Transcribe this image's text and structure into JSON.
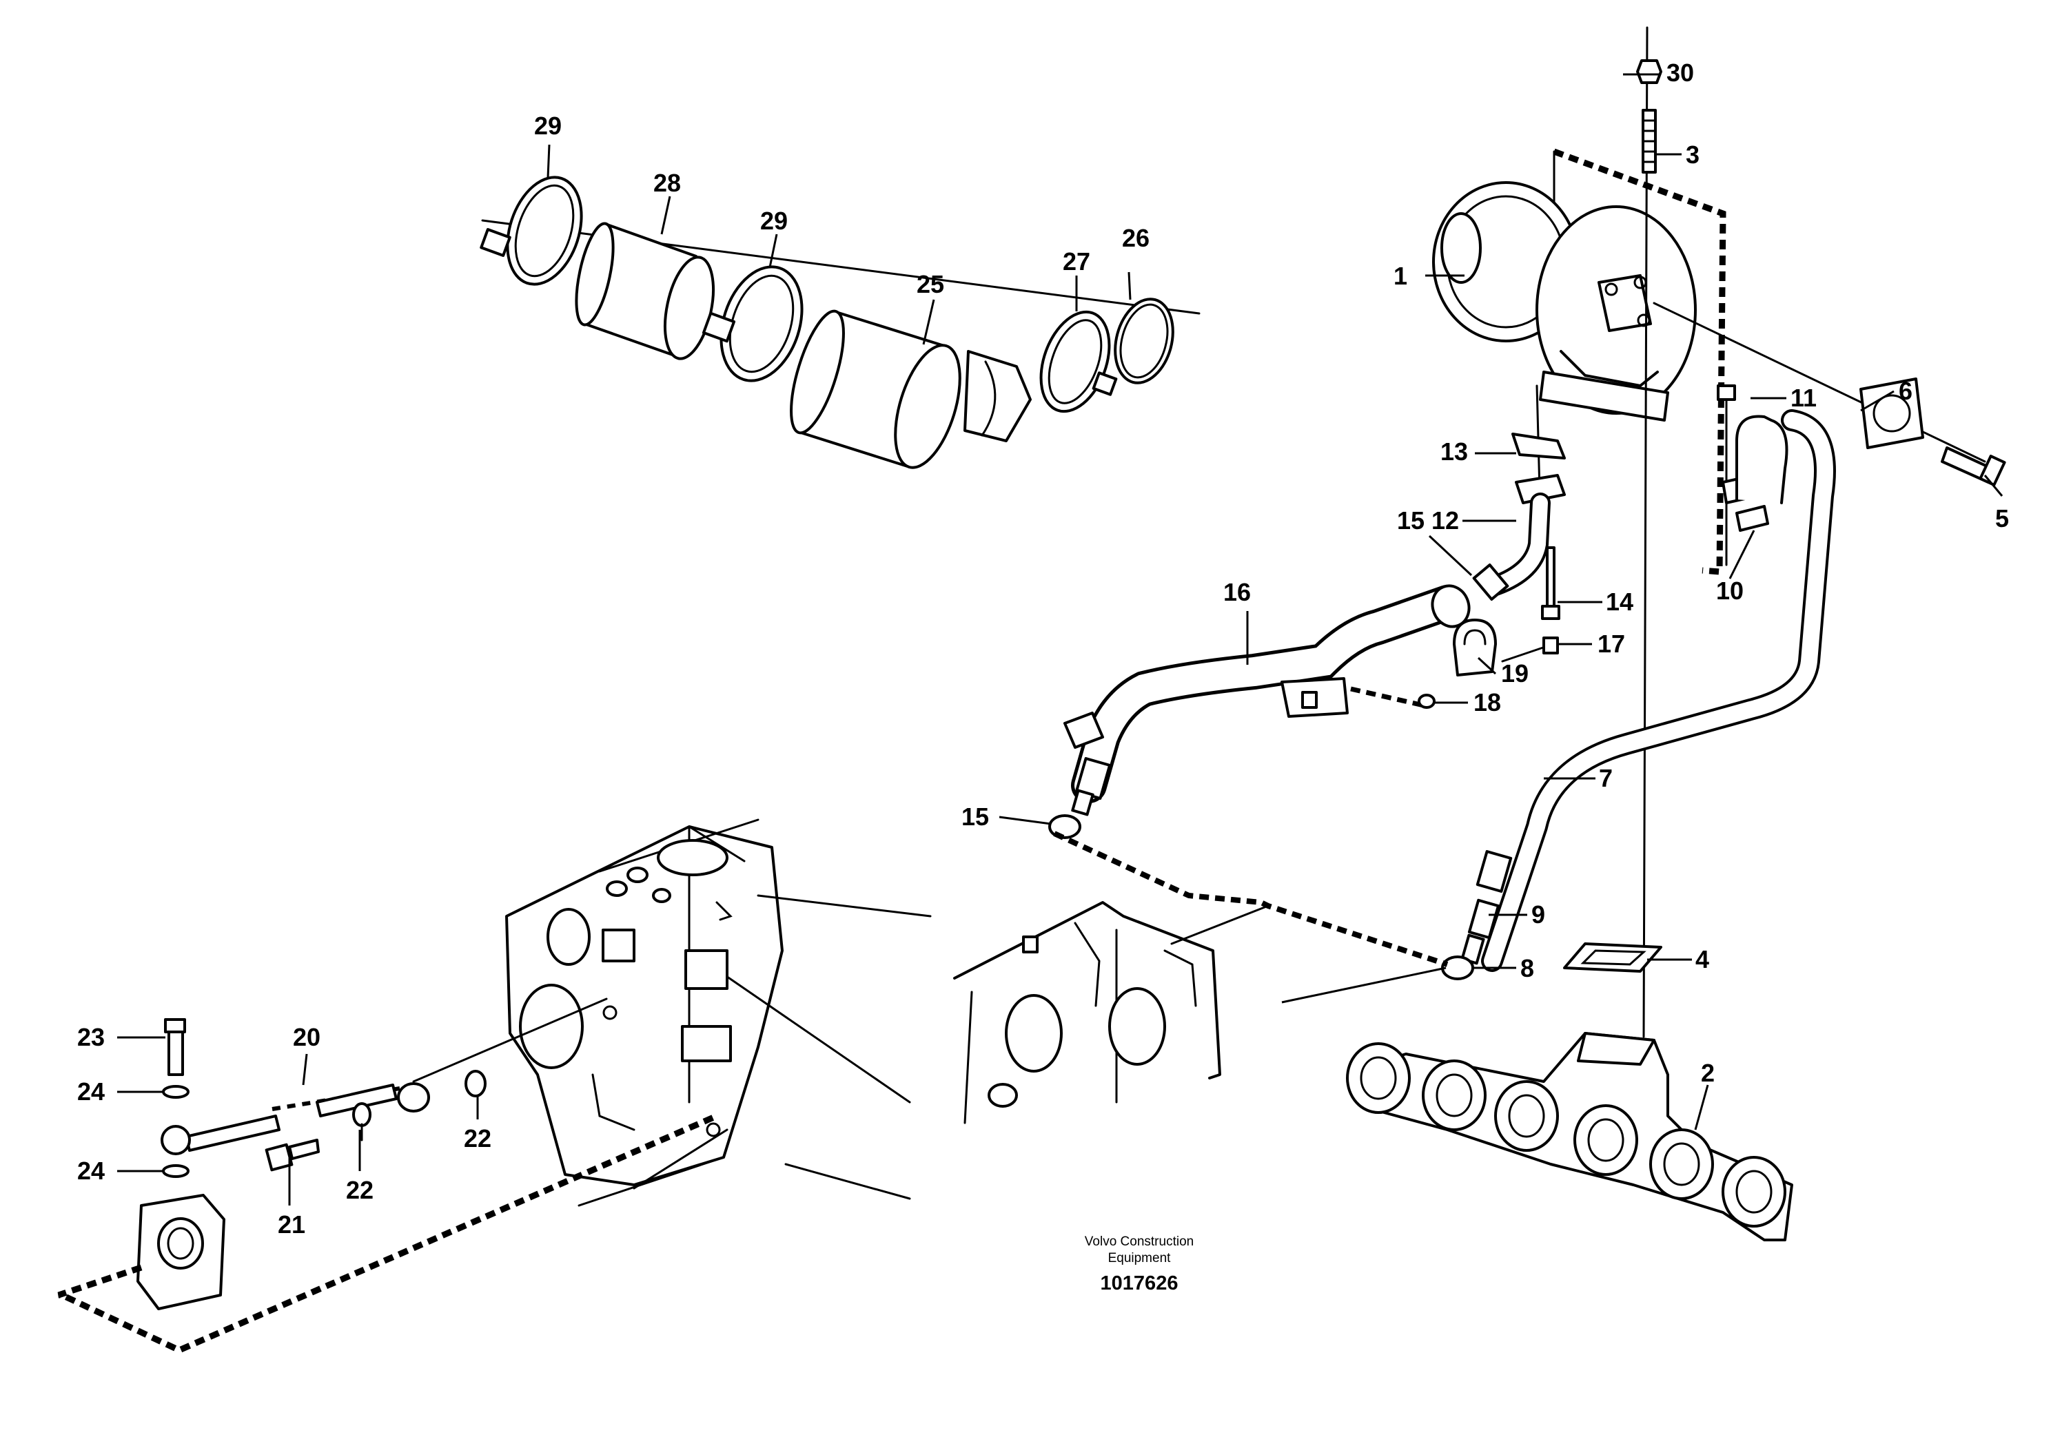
{
  "callouts": [
    {
      "label": "1"
    },
    {
      "label": "2"
    },
    {
      "label": "3"
    },
    {
      "label": "4"
    },
    {
      "label": "5"
    },
    {
      "label": "6"
    },
    {
      "label": "7"
    },
    {
      "label": "8"
    },
    {
      "label": "9"
    },
    {
      "label": "10"
    },
    {
      "label": "11"
    },
    {
      "label": "12"
    },
    {
      "label": "13"
    },
    {
      "label": "14"
    },
    {
      "label": "15"
    },
    {
      "label": "15"
    },
    {
      "label": "16"
    },
    {
      "label": "17"
    },
    {
      "label": "18"
    },
    {
      "label": "19"
    },
    {
      "label": "20"
    },
    {
      "label": "21"
    },
    {
      "label": "22"
    },
    {
      "label": "22"
    },
    {
      "label": "23"
    },
    {
      "label": "24"
    },
    {
      "label": "24"
    },
    {
      "label": "25"
    },
    {
      "label": "26"
    },
    {
      "label": "27"
    },
    {
      "label": "28"
    },
    {
      "label": "29"
    },
    {
      "label": "29"
    },
    {
      "label": "30"
    }
  ],
  "caption": {
    "line1": "Volvo Construction",
    "line2": "Equipment",
    "number": "1017626"
  }
}
